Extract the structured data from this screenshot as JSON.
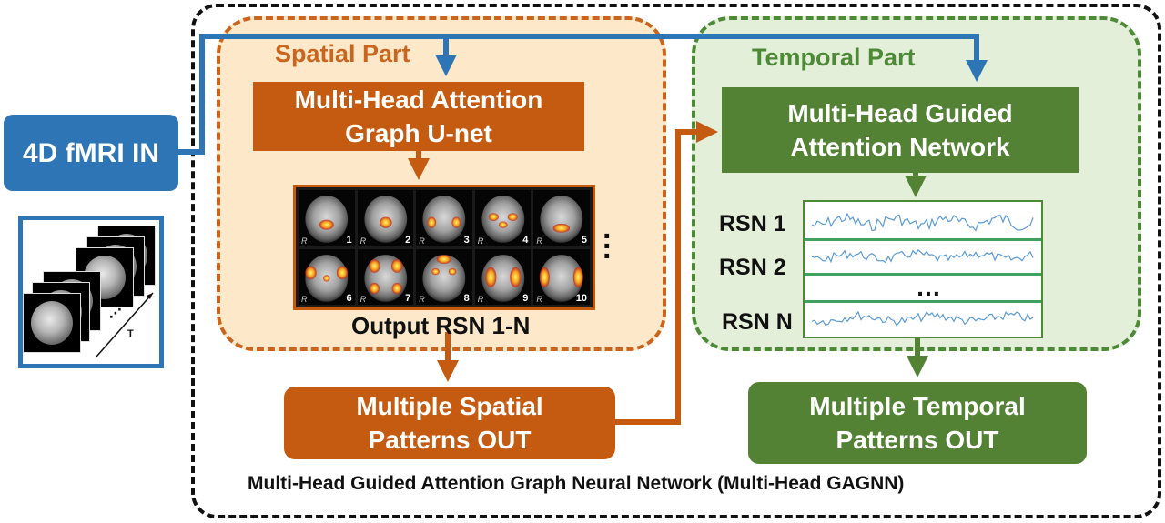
{
  "input": {
    "label": "4D fMRI IN",
    "time_axis": "T"
  },
  "spatial": {
    "title": "Spatial Part",
    "module": "Multi-Head Attention\nGraph U-net",
    "brain_maps": [
      "1",
      "2",
      "3",
      "4",
      "5",
      "6",
      "7",
      "8",
      "9",
      "10"
    ],
    "side_marker": "R",
    "output_label": "Output RSN 1-N",
    "out": "Multiple Spatial\nPatterns OUT",
    "color": "#c55a11"
  },
  "temporal": {
    "title": "Temporal Part",
    "module": "Multi-Head Guided\nAttention Network",
    "rsn_labels": [
      "RSN 1",
      "RSN 2",
      "RSN N"
    ],
    "ellipsis": "…",
    "out": "Multiple Temporal\nPatterns OUT",
    "color": "#548235"
  },
  "caption": "Multi-Head Guided Attention Graph Neural Network (Multi-Head GAGNN)",
  "colors": {
    "input": "#2e75b6",
    "spatial": "#c55a11",
    "temporal": "#548235",
    "timeseries": "#5b9bd5"
  }
}
